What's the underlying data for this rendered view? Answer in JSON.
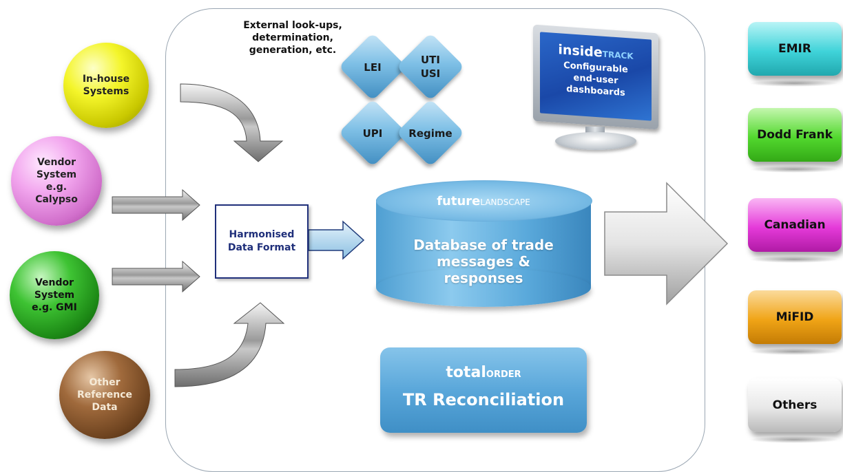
{
  "sources": [
    {
      "label": "In-house\nSystems",
      "color": "yellow"
    },
    {
      "label": "Vendor\nSystem\ne.g.\nCalypso",
      "color": "pink"
    },
    {
      "label": "Vendor\nSystem\ne.g. GMI",
      "color": "green"
    },
    {
      "label": "Other\nReference\nData",
      "color": "brown"
    }
  ],
  "external_lookups": "External look-ups,\ndetermination,\ngeneration, etc.",
  "diamonds": [
    {
      "label": "LEI"
    },
    {
      "label": "UTI\nUSI"
    },
    {
      "label": "UPI"
    },
    {
      "label": "Regime"
    }
  ],
  "harmonised": "Harmonised\nData Format",
  "database": {
    "brand_bold": "future",
    "brand_small": "LANDSCAPE",
    "text": "Database of trade\nmessages &\nresponses"
  },
  "reconciliation": {
    "brand_bold": "total",
    "brand_small": "ORDER",
    "text": "TR Reconciliation"
  },
  "monitor": {
    "brand_bold": "inside",
    "brand_small": "TRACK",
    "text": "Configurable\nend-user\ndashboards"
  },
  "regimes": [
    {
      "label": "EMIR",
      "color": "#3fd3d9"
    },
    {
      "label": "Dodd Frank",
      "color": "#52d82e"
    },
    {
      "label": "Canadian",
      "color": "#e53ad9"
    },
    {
      "label": "MiFID",
      "color": "#f0a416"
    },
    {
      "label": "Others",
      "color": "#e8e8e8"
    }
  ]
}
